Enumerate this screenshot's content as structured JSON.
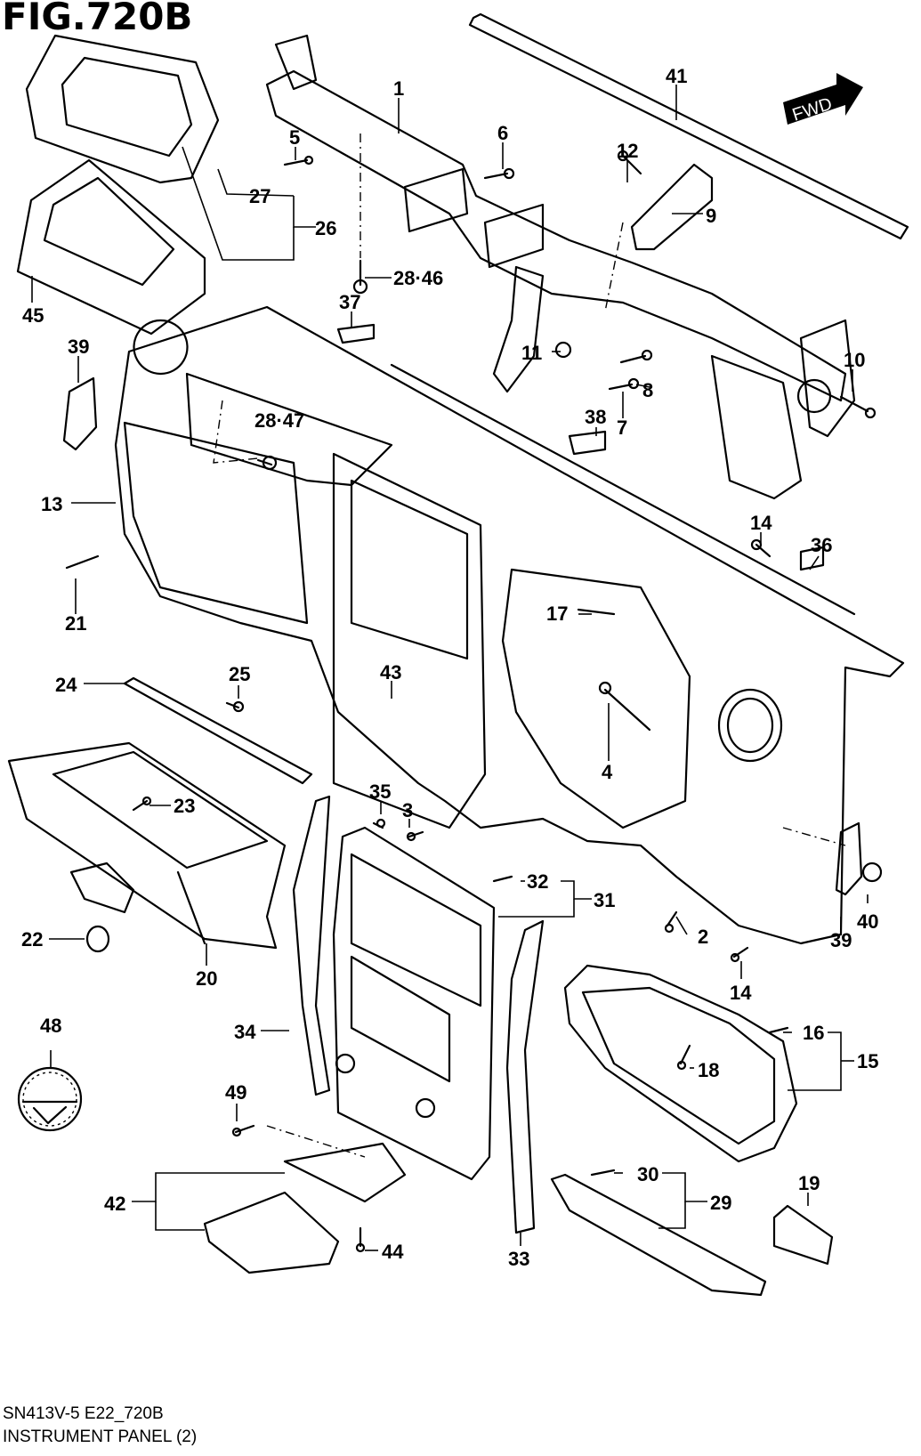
{
  "figure": {
    "title": "FIG.720B",
    "fwd_badge": "FWD",
    "footer_code": "SN413V-5 E22_720B",
    "footer_name": "INSTRUMENT PANEL (2)"
  },
  "callouts": [
    {
      "id": "1",
      "label": "1"
    },
    {
      "id": "2",
      "label": "2"
    },
    {
      "id": "3",
      "label": "3"
    },
    {
      "id": "4",
      "label": "4"
    },
    {
      "id": "5",
      "label": "5"
    },
    {
      "id": "6",
      "label": "6"
    },
    {
      "id": "7",
      "label": "7"
    },
    {
      "id": "8",
      "label": "8"
    },
    {
      "id": "9",
      "label": "9"
    },
    {
      "id": "10",
      "label": "10"
    },
    {
      "id": "11",
      "label": "11"
    },
    {
      "id": "12",
      "label": "12"
    },
    {
      "id": "13",
      "label": "13"
    },
    {
      "id": "14a",
      "label": "14"
    },
    {
      "id": "14b",
      "label": "14"
    },
    {
      "id": "15",
      "label": "15"
    },
    {
      "id": "16",
      "label": "16"
    },
    {
      "id": "17",
      "label": "17"
    },
    {
      "id": "18",
      "label": "18"
    },
    {
      "id": "19",
      "label": "19"
    },
    {
      "id": "20",
      "label": "20"
    },
    {
      "id": "21",
      "label": "21"
    },
    {
      "id": "22",
      "label": "22"
    },
    {
      "id": "23",
      "label": "23"
    },
    {
      "id": "24",
      "label": "24"
    },
    {
      "id": "25",
      "label": "25"
    },
    {
      "id": "26",
      "label": "26"
    },
    {
      "id": "27",
      "label": "27"
    },
    {
      "id": "28-46",
      "label": "28·46"
    },
    {
      "id": "28-47",
      "label": "28·47"
    },
    {
      "id": "29",
      "label": "29"
    },
    {
      "id": "30",
      "label": "30"
    },
    {
      "id": "31",
      "label": "31"
    },
    {
      "id": "32",
      "label": "32"
    },
    {
      "id": "33",
      "label": "33"
    },
    {
      "id": "34",
      "label": "34"
    },
    {
      "id": "35",
      "label": "35"
    },
    {
      "id": "36",
      "label": "36"
    },
    {
      "id": "37",
      "label": "37"
    },
    {
      "id": "38",
      "label": "38"
    },
    {
      "id": "39a",
      "label": "39"
    },
    {
      "id": "39b",
      "label": "39"
    },
    {
      "id": "40",
      "label": "40"
    },
    {
      "id": "41",
      "label": "41"
    },
    {
      "id": "42",
      "label": "42"
    },
    {
      "id": "43",
      "label": "43"
    },
    {
      "id": "44",
      "label": "44"
    },
    {
      "id": "45",
      "label": "45"
    },
    {
      "id": "48",
      "label": "48"
    },
    {
      "id": "49",
      "label": "49"
    }
  ]
}
